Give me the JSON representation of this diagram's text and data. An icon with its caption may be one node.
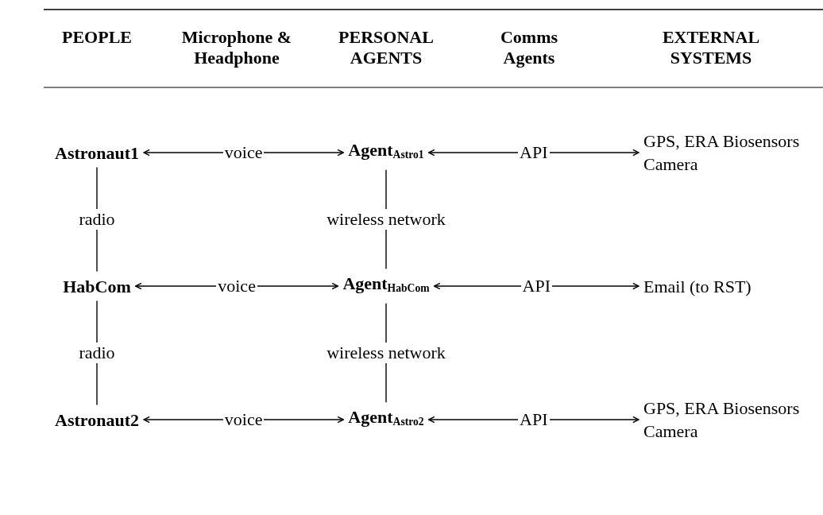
{
  "diagram": {
    "nodes": [
      {
        "text": [
          "Astronaut1"
        ]
      },
      {
        "text": [
          "Agent$_{Astro1}$"
        ]
      },
      {
        "text": [
          "GPS, ERA Biosensors Camera"
        ]
      },
      {
        "text": [
          "HabCom"
        ]
      },
      {
        "text": [
          "Agent$_{HabCom}$"
        ]
      },
      {
        "text": [
          "Email (to RST)"
        ]
      },
      {
        "text": [
          "Astronaut2"
        ]
      },
      {
        "text": [
          "Agent$_{Astro2}$"
        ]
      },
      {
        "text": [
          "GPS, ERA Biosensors Camera"
        ]
      }
    ],
    "edges": [
      {
        "from": 0,
        "to": 1,
        "arrow": "both",
        "label": "voice"
      },
      {
        "from": 1,
        "to": 2,
        "arrow": "both",
        "label": "API"
      },
      {
        "from": 3,
        "to": 4,
        "arrow": "both",
        "label": "voice"
      },
      {
        "from": 4,
        "to": 5,
        "arrow": "both",
        "label": "API"
      },
      {
        "from": 6,
        "to": 7,
        "arrow": "both",
        "label": "voice"
      },
      {
        "from": 7,
        "to": 8,
        "arrow": "both",
        "label": "API"
      },
      {
        "from": 0,
        "to": 3,
        "arrow": "none",
        "label": "radio"
      },
      {
        "from": 3,
        "to": 6,
        "arrow": "none",
        "label": "radio"
      },
      {
        "from": 1,
        "to": 4,
        "arrow": "none",
        "label": "wireless network"
      },
      {
        "from": 4,
        "to": 7,
        "arrow": "none",
        "label": "wireless network"
      }
    ],
    "labels": [
      "PEOPLE",
      "Microphone & Headphone",
      "PERSONAL AGENTS",
      "Comms Agents",
      "EXTERNAL SYSTEMS"
    ]
  }
}
